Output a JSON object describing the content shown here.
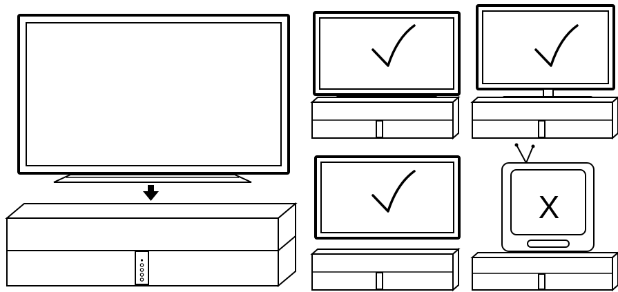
{
  "panels": [
    {
      "id": "main",
      "label": "",
      "result": "",
      "tv": "flat-panel-on-stand"
    },
    {
      "id": "top-middle",
      "result": "check",
      "tv": "flat-panel-wide-base"
    },
    {
      "id": "top-right",
      "result": "check",
      "tv": "flat-panel-pedestal"
    },
    {
      "id": "bottom-middle",
      "result": "check",
      "tv": "flat-panel-no-stand"
    },
    {
      "id": "bottom-right",
      "result": "cross",
      "tv": "crt-with-antenna"
    }
  ],
  "marks": {
    "cross_letter": "X"
  },
  "colors": {
    "stroke": "#000000",
    "fill": "#ffffff"
  },
  "icons": [
    "down-arrow-icon",
    "checkmark-icon",
    "cross-icon",
    "antenna-icon"
  ]
}
